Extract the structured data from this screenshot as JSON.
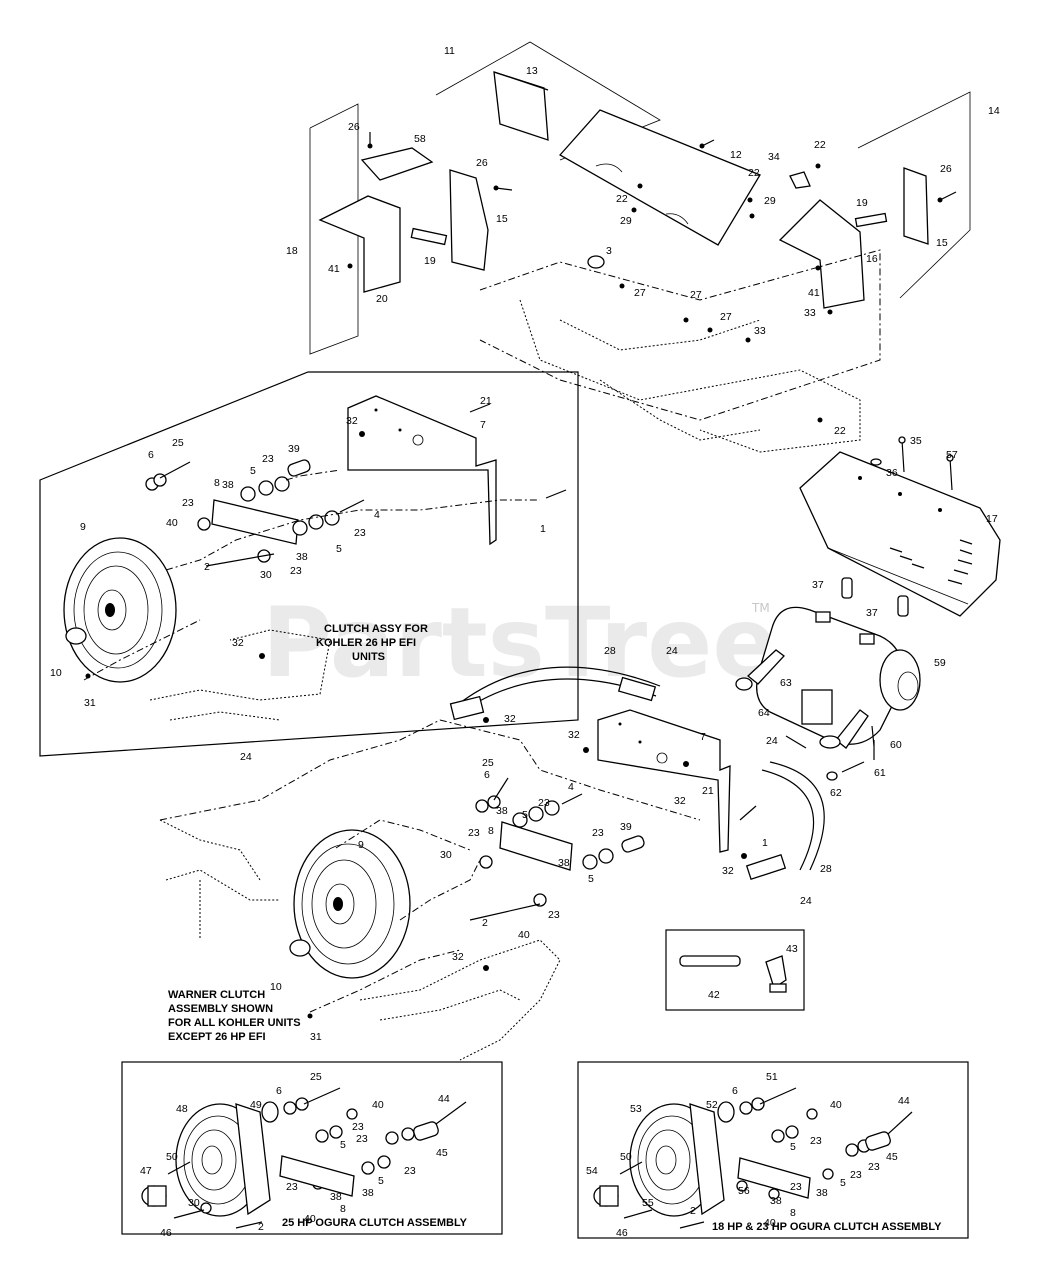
{
  "watermark": {
    "text": "PartsTree",
    "trademark": "TM"
  },
  "callouts": {
    "top": [
      "11",
      "13",
      "26",
      "12",
      "22",
      "34",
      "14",
      "58",
      "26",
      "22",
      "29",
      "22",
      "29",
      "19",
      "15",
      "26",
      "15",
      "18",
      "41",
      "19",
      "20",
      "3",
      "27",
      "16",
      "27",
      "27",
      "41",
      "33",
      "33",
      "22"
    ],
    "kohler_efi_box": [
      "21",
      "32",
      "7",
      "6",
      "25",
      "23",
      "39",
      "5",
      "38",
      "8",
      "4",
      "23",
      "40",
      "5",
      "23",
      "38",
      "9",
      "2",
      "30",
      "23",
      "1",
      "10",
      "32",
      "31"
    ],
    "main": [
      "35",
      "57",
      "36",
      "17",
      "37",
      "37",
      "59",
      "28",
      "24",
      "63",
      "64",
      "32",
      "32",
      "7",
      "60",
      "24",
      "61",
      "62",
      "6",
      "25",
      "21",
      "38",
      "23",
      "4",
      "32",
      "1",
      "5",
      "8",
      "24",
      "23",
      "39",
      "23",
      "9",
      "30",
      "5",
      "38",
      "28",
      "32",
      "24",
      "2",
      "23",
      "40",
      "43",
      "32",
      "42",
      "10",
      "31"
    ]
  },
  "captions": {
    "kohler_efi": [
      "CLUTCH ASSY FOR",
      "KOHLER 26 HP EFI",
      "UNITS"
    ],
    "warner": [
      "WARNER CLUTCH",
      "ASSEMBLY SHOWN",
      "FOR ALL KOHLER UNITS",
      "EXCEPT 26 HP EFI"
    ],
    "ogura25": "25 HP OGURA CLUTCH ASSEMBLY",
    "ogura18_23": "18 HP & 23 HP OGURA CLUTCH ASSEMBLY"
  },
  "ogura25_callouts": [
    "25",
    "48",
    "49",
    "6",
    "40",
    "44",
    "47",
    "50",
    "23",
    "5",
    "23",
    "45",
    "23",
    "38",
    "5",
    "23",
    "46",
    "30",
    "2",
    "40",
    "8",
    "38"
  ],
  "ogura18_callouts": [
    "51",
    "53",
    "52",
    "6",
    "40",
    "44",
    "54",
    "50",
    "23",
    "5",
    "23",
    "45",
    "23",
    "38",
    "5",
    "23",
    "46",
    "55",
    "2",
    "56",
    "8",
    "38",
    "40"
  ]
}
